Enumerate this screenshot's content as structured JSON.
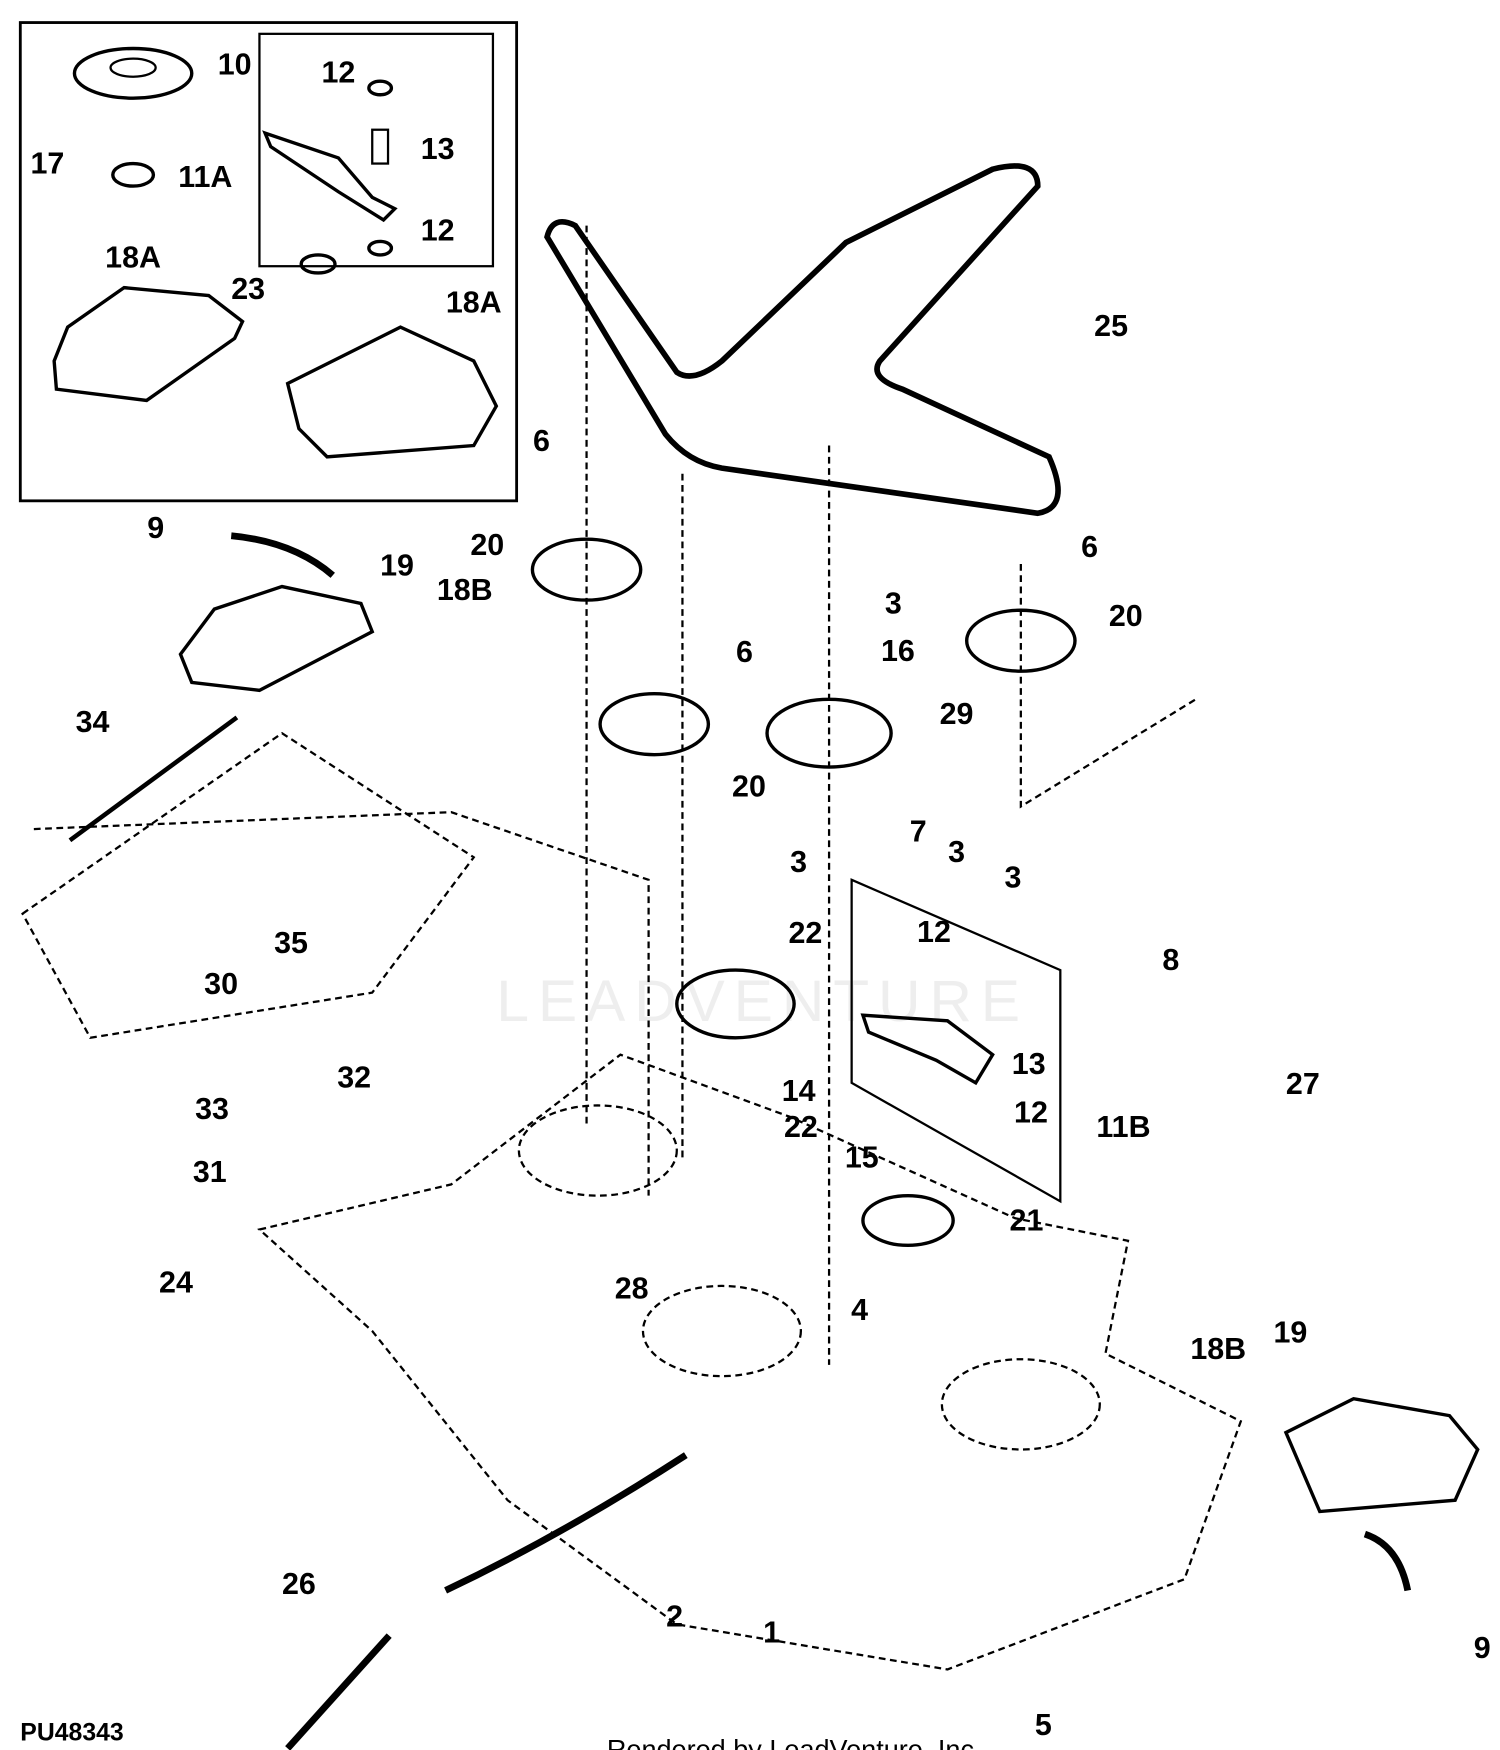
{
  "figure_id": "PU48343",
  "credit": "Rendered by LeadVenture, Inc.",
  "watermark": "LEADVENTURE",
  "callouts": [
    "10",
    "17",
    "11A",
    "12",
    "13",
    "12",
    "18A",
    "23",
    "18A",
    "25",
    "6",
    "20",
    "9",
    "19",
    "18B",
    "6",
    "3",
    "16",
    "20",
    "6",
    "29",
    "34",
    "20",
    "7",
    "3",
    "3",
    "3",
    "22",
    "35",
    "30",
    "12",
    "8",
    "13",
    "14",
    "22",
    "32",
    "33",
    "12",
    "11B",
    "27",
    "15",
    "31",
    "21",
    "24",
    "28",
    "4",
    "18B",
    "19",
    "26",
    "2",
    "1",
    "9",
    "5"
  ]
}
